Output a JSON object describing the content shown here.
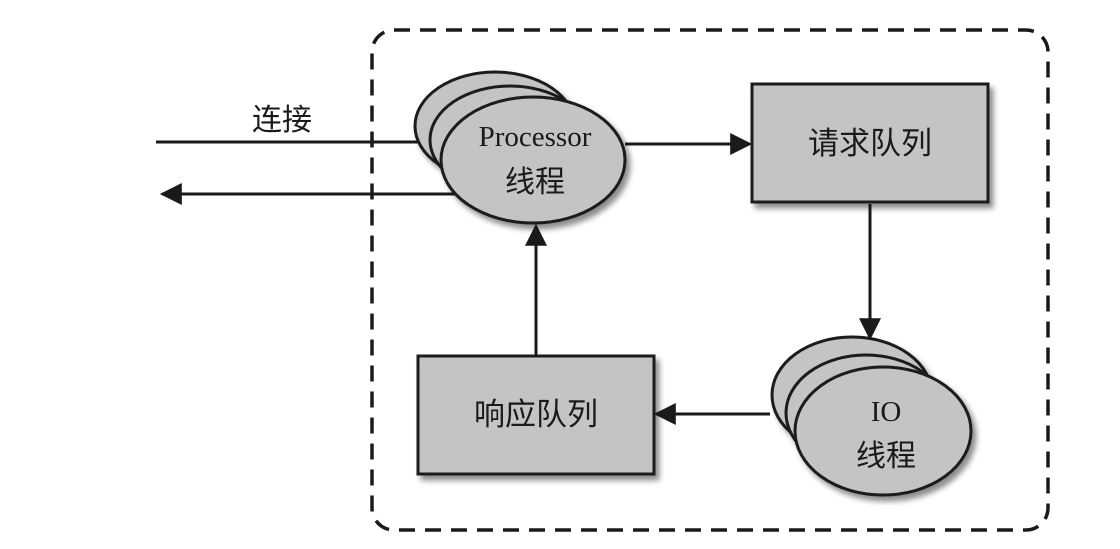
{
  "labels": {
    "connection": "连接",
    "processor_line1": "Processor",
    "processor_line2": "线程",
    "request_queue": "请求队列",
    "io_line1": "IO",
    "io_line2": "线程",
    "response_queue": "响应队列"
  },
  "colors": {
    "fill": "#c4c4c4",
    "stroke": "#1a1a1a",
    "shadow": "#9a9a9a",
    "background": "#ffffff"
  }
}
